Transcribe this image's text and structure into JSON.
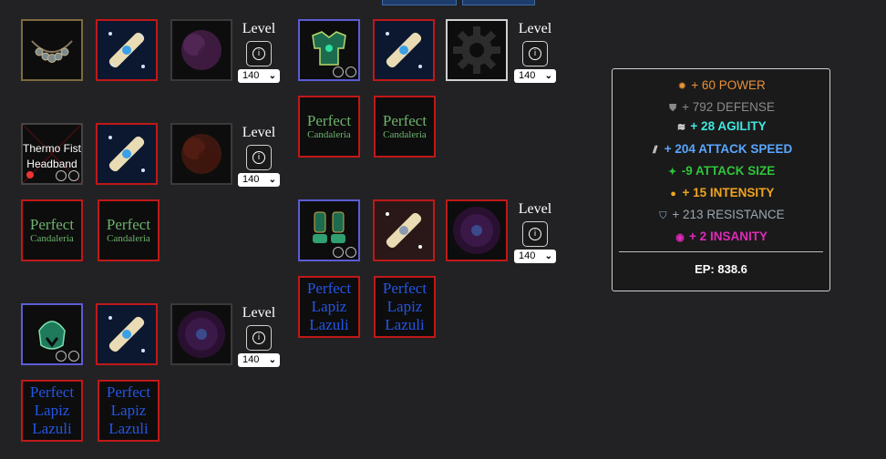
{
  "level": {
    "label": "Level",
    "value": "140"
  },
  "slots": {
    "thermo_label": "Thermo Fist Headband"
  },
  "gems": {
    "candaleria": {
      "line1": "Perfect",
      "line2": "Candaleria"
    },
    "lapis": {
      "line1": "Perfect",
      "line2": "Lapiz",
      "line3": "Lazuli"
    }
  },
  "stats": {
    "power": "+ 60 POWER",
    "defense": "+ 792 DEFENSE",
    "agility": "+ 28 AGILITY",
    "attack_speed": "+ 204 ATTACK SPEED",
    "attack_size": "-9 ATTACK SIZE",
    "intensity": "+ 15 INTENSITY",
    "resistance": "+ 213 RESISTANCE",
    "insanity": "+ 2 INSANITY",
    "ep": "EP: 838.6"
  },
  "colors": {
    "power": "#e8913a",
    "defense": "#8a8a8a",
    "agility": "#3fe8e0",
    "attack_speed": "#5aa6ff",
    "attack_size": "#2fc43a",
    "intensity": "#f0a51e",
    "resistance": "#9aa6b2",
    "insanity": "#e02ab8"
  },
  "icons": [
    "sun-icon",
    "shield-icon",
    "wind-icon",
    "speed-icon",
    "size-icon",
    "intensity-icon",
    "resistance-shield-icon",
    "eye-icon",
    "info-icon",
    "chevron-down-icon",
    "gear-icon"
  ]
}
